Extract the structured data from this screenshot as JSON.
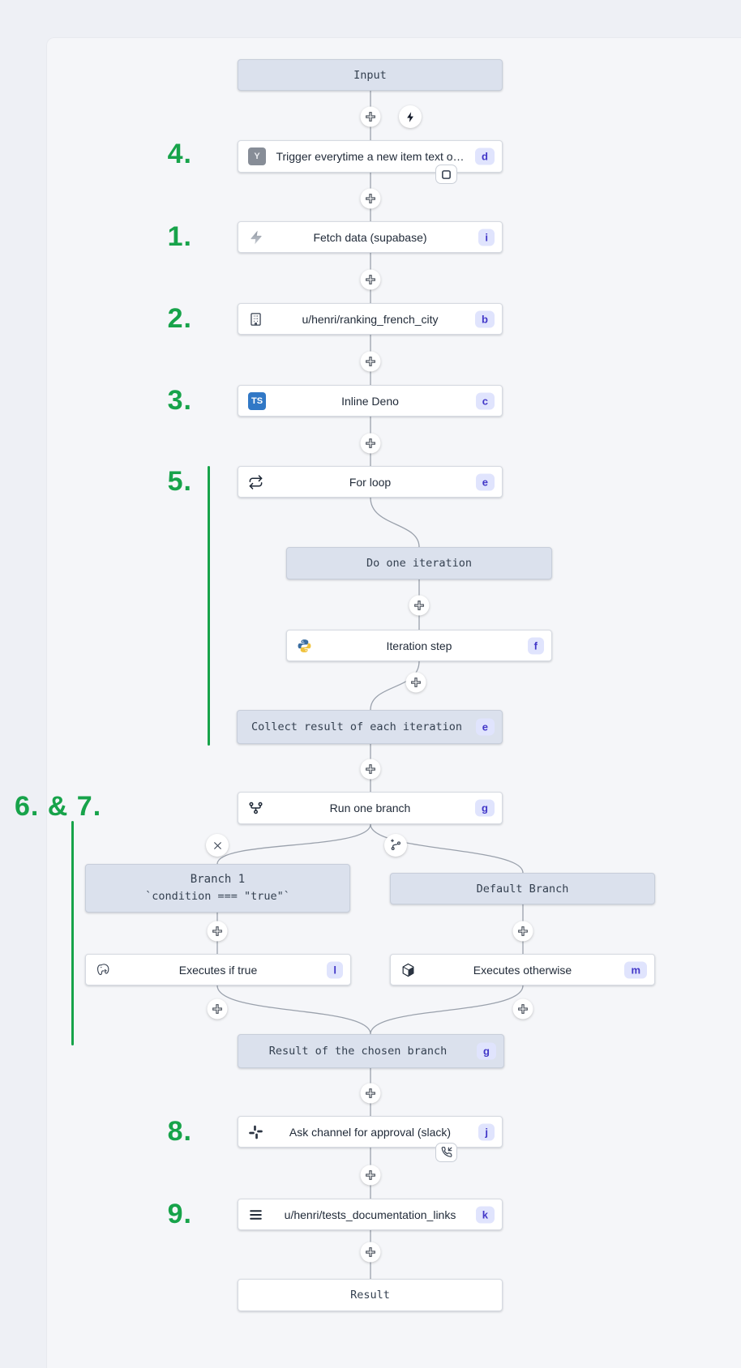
{
  "colors": {
    "annotation_green": "#17a34a",
    "badge_bg": "#e0e4fd",
    "badge_text": "#4237c8",
    "steel_node_bg": "#dbe1ed",
    "edge": "#9aa1ac"
  },
  "annotations": {
    "n4": "4.",
    "n1": "1.",
    "n2": "2.",
    "n3": "3.",
    "n5": "5.",
    "n67": "6. & 7.",
    "n8": "8.",
    "n9": "9."
  },
  "nodes": {
    "input": {
      "label": "Input"
    },
    "trigger": {
      "label": "Trigger everytime a new item text o…",
      "badge": "d",
      "icon": "hacker-news-icon"
    },
    "fetch": {
      "label": "Fetch data (supabase)",
      "badge": "i",
      "icon": "supabase-bolt-icon"
    },
    "ranking": {
      "label": "u/henri/ranking_french_city",
      "badge": "b",
      "icon": "building-icon"
    },
    "deno": {
      "label": "Inline Deno",
      "badge": "c",
      "icon": "typescript-icon",
      "icon_text": "TS"
    },
    "forloop": {
      "label": "For loop",
      "badge": "e",
      "icon": "repeat-icon"
    },
    "do_iteration": {
      "label": "Do one iteration"
    },
    "iteration_step": {
      "label": "Iteration step",
      "badge": "f",
      "icon": "python-icon"
    },
    "collect": {
      "label": "Collect result of each iteration",
      "badge": "e"
    },
    "run_branch": {
      "label": "Run one branch",
      "badge": "g",
      "icon": "git-fork-icon"
    },
    "branch1": {
      "title": "Branch 1",
      "subtitle": "`condition === \"true\"`"
    },
    "default_branch": {
      "label": "Default Branch"
    },
    "exec_true": {
      "label": "Executes if true",
      "badge": "l",
      "icon": "postgresql-icon"
    },
    "exec_otherwise": {
      "label": "Executes otherwise",
      "badge": "m",
      "icon": "cube-icon"
    },
    "result_chosen": {
      "label": "Result of the chosen branch",
      "badge": "g"
    },
    "ask_channel": {
      "label": "Ask channel for approval (slack)",
      "badge": "j",
      "icon": "slack-icon"
    },
    "tests_doc": {
      "label": "u/henri/tests_documentation_links",
      "badge": "k",
      "icon": "menu-lines-icon"
    },
    "result": {
      "label": "Result"
    }
  }
}
